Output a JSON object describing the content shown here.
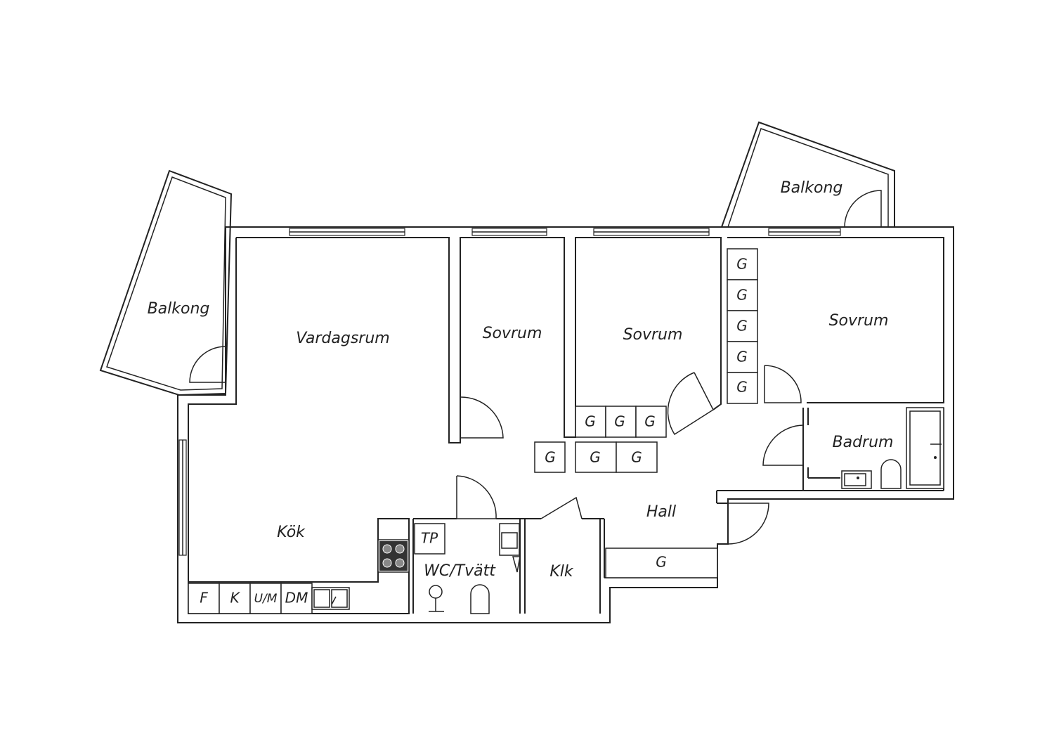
{
  "rooms": {
    "balkong_left": "Balkong",
    "balkong_right": "Balkong",
    "vardagsrum": "Vardagsrum",
    "sovrum_1": "Sovrum",
    "sovrum_2": "Sovrum",
    "sovrum_3": "Sovrum",
    "badrum": "Badrum",
    "hall": "Hall",
    "kok": "Kök",
    "wc_tvatt": "WC/Tvätt",
    "klk": "Klk"
  },
  "fixtures": {
    "wardrobe": "G",
    "fridge": "F",
    "freezer": "K",
    "oven_microwave": "U/M",
    "dishwasher": "DM",
    "dryer_cabinet": "TP"
  },
  "colors": {
    "line": "#222222",
    "background": "#ffffff",
    "stove": "#333333"
  }
}
